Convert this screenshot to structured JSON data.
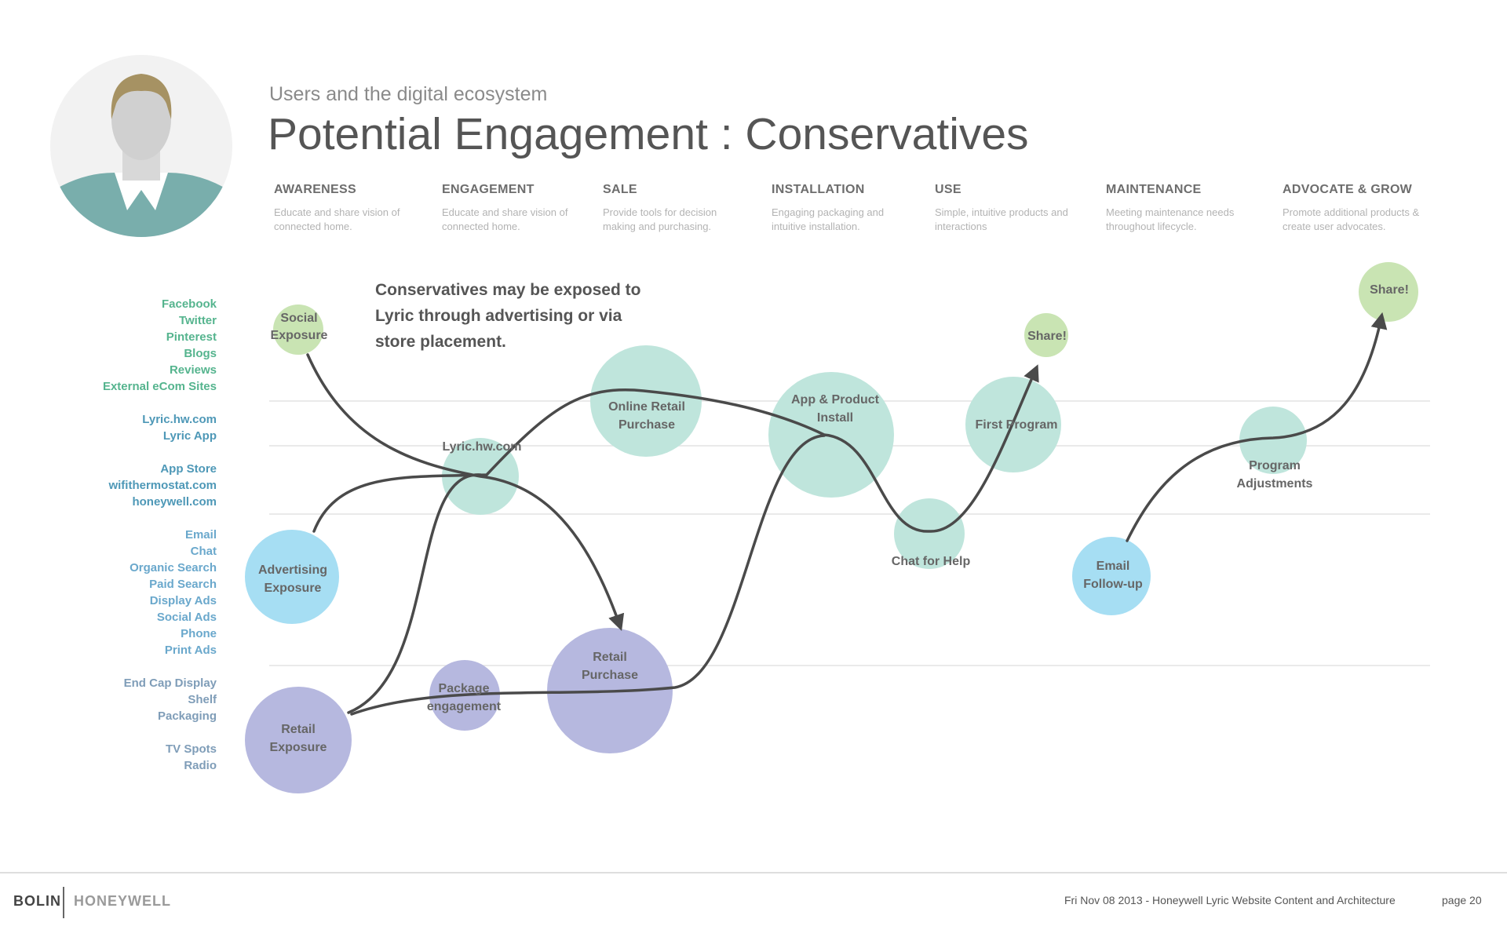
{
  "header": {
    "subtitle": "Users and the digital ecosystem",
    "title": "Potential Engagement : Conservatives"
  },
  "stages": [
    {
      "name": "AWARENESS",
      "desc": "Educate and share vision of connected home."
    },
    {
      "name": "ENGAGEMENT",
      "desc": "Educate and share vision of connected home."
    },
    {
      "name": "SALE",
      "desc": "Provide tools for decision making and purchasing."
    },
    {
      "name": "INSTALLATION",
      "desc": "Engaging packaging and intuitive installation."
    },
    {
      "name": "USE",
      "desc": "Simple, intuitive products and interactions"
    },
    {
      "name": "MAINTENANCE",
      "desc": "Meeting maintenance needs throughout lifecycle."
    },
    {
      "name": "ADVOCATE & GROW",
      "desc": "Promote additional products & create user advocates."
    }
  ],
  "channels": {
    "social": [
      "Facebook",
      "Twitter",
      "Pinterest",
      "Blogs",
      "Reviews",
      "External eCom Sites"
    ],
    "owned": [
      "Lyric.hw.com",
      "Lyric App"
    ],
    "web": [
      "App Store",
      "wifithermostat.com",
      "honeywell.com"
    ],
    "digital": [
      "Email",
      "Chat",
      "Organic Search",
      "Paid Search",
      "Display Ads",
      "Social Ads",
      "Phone",
      "Print Ads"
    ],
    "retail": [
      "End Cap Display",
      "Shelf",
      "Packaging"
    ],
    "broadcast": [
      "TV Spots",
      "Radio"
    ]
  },
  "callout": "Conservatives may be exposed to Lyric through advertising or via store placement.",
  "colors": {
    "green": "#c9e4b3",
    "mint": "#bfe5dc",
    "sky": "#a6def3",
    "lavender": "#b6b8df",
    "path": "#4a4a4a",
    "avatar_shirt": "#79aeac",
    "avatar_hair": "#a69263"
  },
  "nodes": [
    {
      "id": "social-exposure",
      "label": [
        "Social",
        "Exposure"
      ]
    },
    {
      "id": "advertising-exposure",
      "label": [
        "Advertising",
        "Exposure"
      ]
    },
    {
      "id": "retail-exposure",
      "label": [
        "Retail",
        "Exposure"
      ]
    },
    {
      "id": "lyric-hw-com",
      "label": [
        "Lyric.hw.com"
      ]
    },
    {
      "id": "package-engagement",
      "label": [
        "Package",
        "engagement"
      ]
    },
    {
      "id": "online-retail-purchase",
      "label": [
        "Online Retail",
        "Purchase"
      ]
    },
    {
      "id": "retail-purchase",
      "label": [
        "Retail",
        "Purchase"
      ]
    },
    {
      "id": "app-product-install",
      "label": [
        "App & Product",
        "Install"
      ]
    },
    {
      "id": "chat-for-help",
      "label": [
        "Chat for Help"
      ]
    },
    {
      "id": "first-program",
      "label": [
        "First Program"
      ]
    },
    {
      "id": "share-use",
      "label": [
        "Share!"
      ]
    },
    {
      "id": "email-follow-up",
      "label": [
        "Email",
        "Follow-up"
      ]
    },
    {
      "id": "program-adjustments",
      "label": [
        "Program",
        "Adjustments"
      ]
    },
    {
      "id": "share-advocate",
      "label": [
        "Share!"
      ]
    }
  ],
  "footer": {
    "brand": "BOLIN",
    "client": "HONEYWELL",
    "text": "Fri Nov 08 2013 - Honeywell Lyric Website Content and Architecture",
    "page": "page 20"
  }
}
